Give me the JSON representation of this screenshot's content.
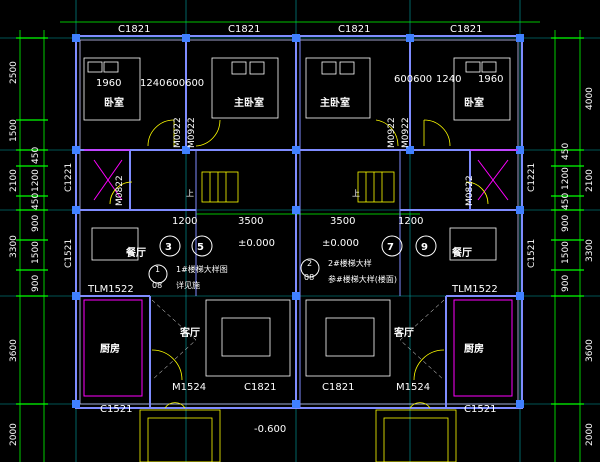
{
  "colors": {
    "background": "#000000",
    "grid": "#00a8a8",
    "wall_outer": "#7f8cff",
    "wall_inner": "#c8c8ff",
    "dimension": "#00ff00",
    "text": "#ffffff",
    "furniture": "#ffffff",
    "door": "#ffff00",
    "kitchen_line": "#ff00ff",
    "stair": "#ffff00",
    "column": "#4080ff"
  },
  "windows_top": [
    "C1821",
    "C1821",
    "C1821",
    "C1821"
  ],
  "windows_bottom": [
    "C1521",
    "C1821",
    "C1821",
    "C1521"
  ],
  "windows_side": [
    "C1221",
    "C1521",
    "C1221",
    "C1521"
  ],
  "front_doors": [
    "M1524",
    "M1524"
  ],
  "interior_doors": [
    "M0922",
    "M0922",
    "M0922",
    "M0922",
    "M0822",
    "M0822"
  ],
  "sliding_doors": [
    "TLM1522",
    "TLM1522"
  ],
  "rooms": {
    "bedroom_left": "卧室",
    "master_left": "主卧室",
    "master_right": "主卧室",
    "bedroom_right": "卧室",
    "dining_left": "餐厅",
    "dining_right": "餐厅",
    "living_left": "客厅",
    "living_right": "客厅",
    "kitchen_left": "厨房",
    "kitchen_right": "厨房"
  },
  "inner_dims_top_left": [
    "1960",
    "1240",
    "600600"
  ],
  "inner_dims_top_right": [
    "600600",
    "1240",
    "1960"
  ],
  "inner_dims_mid": [
    "1200",
    "3500",
    "3500",
    "1200"
  ],
  "left_dims": [
    "2500",
    "1500",
    "2100",
    "450",
    "1200",
    "450",
    "900",
    "3300",
    "1500",
    "900",
    "3600",
    "2000"
  ],
  "right_dims": [
    "4000",
    "450",
    "1200",
    "2100",
    "450",
    "900",
    "1500",
    "3300",
    "900",
    "3600",
    "2000"
  ],
  "levels": [
    "±0.000",
    "±0.000",
    "-0.600"
  ],
  "stair_labels": [
    "上",
    "上"
  ],
  "circle_marks": [
    "3",
    "5",
    "7",
    "9"
  ],
  "section_marks": [
    "1",
    "08",
    "2",
    "08"
  ],
  "stair_notes": [
    "1#楼梯大样图",
    "2#楼梯大样",
    "详见施",
    "参#楼梯大样(楼面)"
  ]
}
